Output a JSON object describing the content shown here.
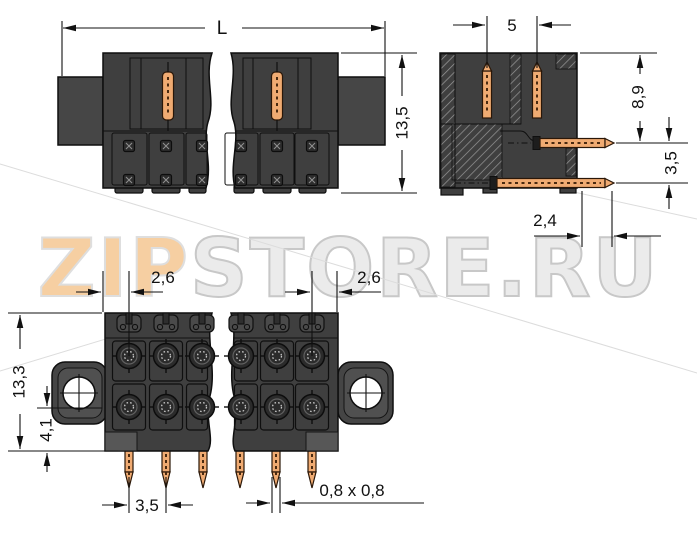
{
  "watermark": {
    "zip": "ZIP",
    "store": "STORE.RU"
  },
  "drawing": {
    "side_view": {
      "length": "L",
      "height": "13,5"
    },
    "section_view": {
      "pin_pitch": "5",
      "upper_height": "8,9",
      "row_spacing": "3,5",
      "pin_tail": "2,4"
    },
    "bottom_view": {
      "edge_offset_left": "2,6",
      "edge_offset_right": "2,6",
      "body_height": "13,3",
      "row_to_edge": "4,1",
      "pin_pitch": "3,5",
      "pin_cross_section": "0,8 x 0,8"
    }
  },
  "colors": {
    "body": "#3f3f3f",
    "body_light": "#4a4a4a",
    "outline": "#0f0f0f",
    "pin": "#f0ab72",
    "pin_dash": "#4a2a10",
    "dimension": "#111111",
    "watermark_zip": "#f6cfa2",
    "watermark_store": "#ebebeb"
  }
}
